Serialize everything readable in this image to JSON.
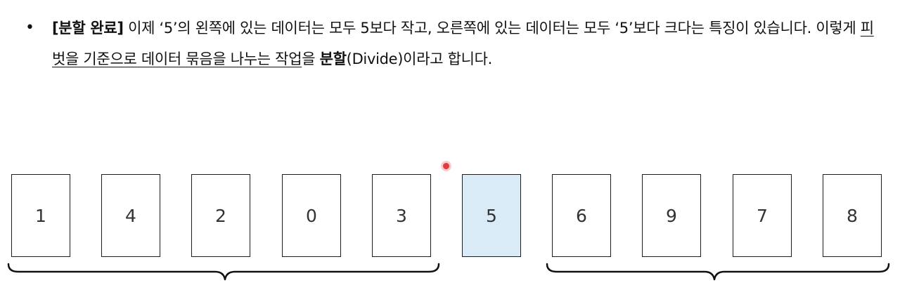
{
  "text": {
    "bullet": "•",
    "bold_intro": "[분할 완료]",
    "s1": " 이제 ‘5’의 왼쪽에 있는 데이터는 모두 5보다 작고, 오른쪽에 있는 데이터는 모두 ‘5’보다 크다는 특징이 있습니다. 이렇게 ",
    "underlined": "피벗을 기준으로 데이터 묶음을 나누는 작업",
    "s2": "을 ",
    "bold_term": "분할",
    "s3": "(Divide)이라고 합니다."
  },
  "cards": [
    {
      "value": "1",
      "pivot": false
    },
    {
      "value": "4",
      "pivot": false
    },
    {
      "value": "2",
      "pivot": false
    },
    {
      "value": "0",
      "pivot": false
    },
    {
      "value": "3",
      "pivot": false
    },
    {
      "value": "5",
      "pivot": true
    },
    {
      "value": "6",
      "pivot": false
    },
    {
      "value": "9",
      "pivot": false
    },
    {
      "value": "7",
      "pivot": false
    },
    {
      "value": "8",
      "pivot": false
    }
  ],
  "colors": {
    "pivot_fill": "#d8ebf7",
    "card_border": "#1c1c1c",
    "cursor": "#e23b3b"
  }
}
